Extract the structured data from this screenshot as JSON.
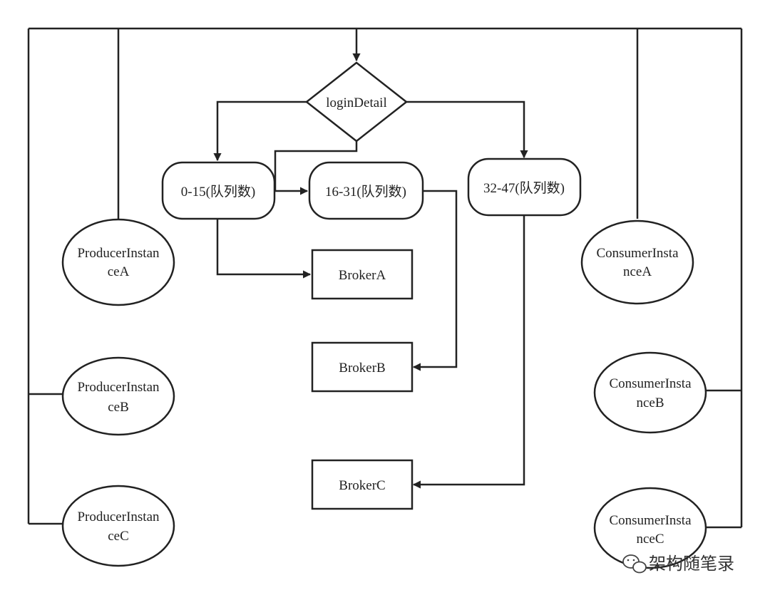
{
  "diagram": {
    "decision": {
      "label": "loginDetail"
    },
    "queues": [
      {
        "id": "q1",
        "label": "0-15(队列数)"
      },
      {
        "id": "q2",
        "label": "16-31(队列数)"
      },
      {
        "id": "q3",
        "label": "32-47(队列数)"
      }
    ],
    "brokers": [
      {
        "id": "b1",
        "label": "BrokerA"
      },
      {
        "id": "b2",
        "label": "BrokerB"
      },
      {
        "id": "b3",
        "label": "BrokerC"
      }
    ],
    "producers": [
      {
        "id": "p1",
        "line1": "ProducerInstan",
        "line2": "ceA"
      },
      {
        "id": "p2",
        "line1": "ProducerInstan",
        "line2": "ceB"
      },
      {
        "id": "p3",
        "line1": "ProducerInstan",
        "line2": "ceC"
      }
    ],
    "consumers": [
      {
        "id": "c1",
        "line1": "ConsumerInsta",
        "line2": "nceA"
      },
      {
        "id": "c2",
        "line1": "ConsumerInsta",
        "line2": "nceB"
      },
      {
        "id": "c3",
        "line1": "ConsumerInsta",
        "line2": "nceC"
      }
    ]
  },
  "watermark": {
    "text": "架构随笔录",
    "icon": "wechat-icon"
  },
  "colors": {
    "stroke": "#222222",
    "background": "#ffffff",
    "text": "#222222"
  }
}
